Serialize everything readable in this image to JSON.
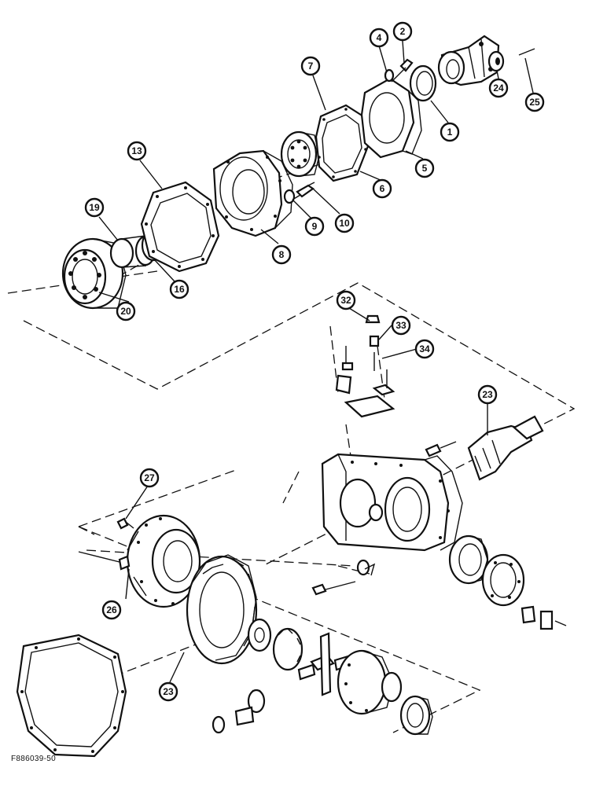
{
  "figure_code": "F886039-50",
  "callouts": [
    "2",
    "4",
    "7",
    "1",
    "24",
    "25",
    "13",
    "19",
    "5",
    "6",
    "10",
    "9",
    "8",
    "16",
    "20",
    "32",
    "33",
    "34",
    "23",
    "27",
    "26",
    "23"
  ]
}
